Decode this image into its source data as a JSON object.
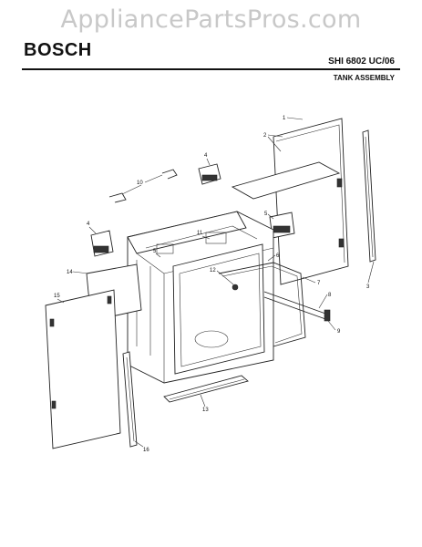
{
  "header": {
    "watermark": "AppliancePartsPros.com",
    "brand": "BOSCH",
    "model": "SHI 6802 UC/06",
    "section": "TANK ASSEMBLY"
  },
  "callouts": [
    "1",
    "2",
    "3",
    "4",
    "4",
    "5",
    "5",
    "6",
    "7",
    "8",
    "9",
    "10",
    "11",
    "12",
    "13",
    "14",
    "15",
    "16"
  ]
}
